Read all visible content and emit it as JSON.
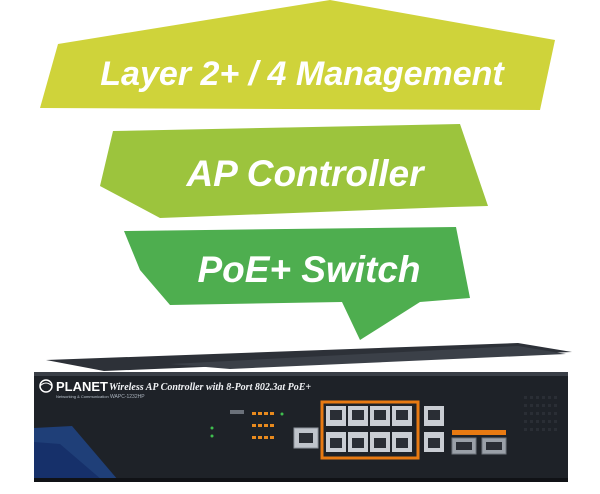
{
  "banners": [
    {
      "text": "Layer 2+ / 4 Management",
      "color": "#cfd33a"
    },
    {
      "text": "AP Controller",
      "color": "#9cc43d"
    },
    {
      "text": "PoE+ Switch",
      "color": "#4eae4f"
    }
  ],
  "device": {
    "brand": "PLANET",
    "tagline": "Networking & Communication",
    "title": "Wireless AP Controller with 8-Port 802.3at PoE+",
    "model": "WAPC-1232HP",
    "port_count": 8,
    "uplink_count": 2,
    "sfp_count": 2
  }
}
